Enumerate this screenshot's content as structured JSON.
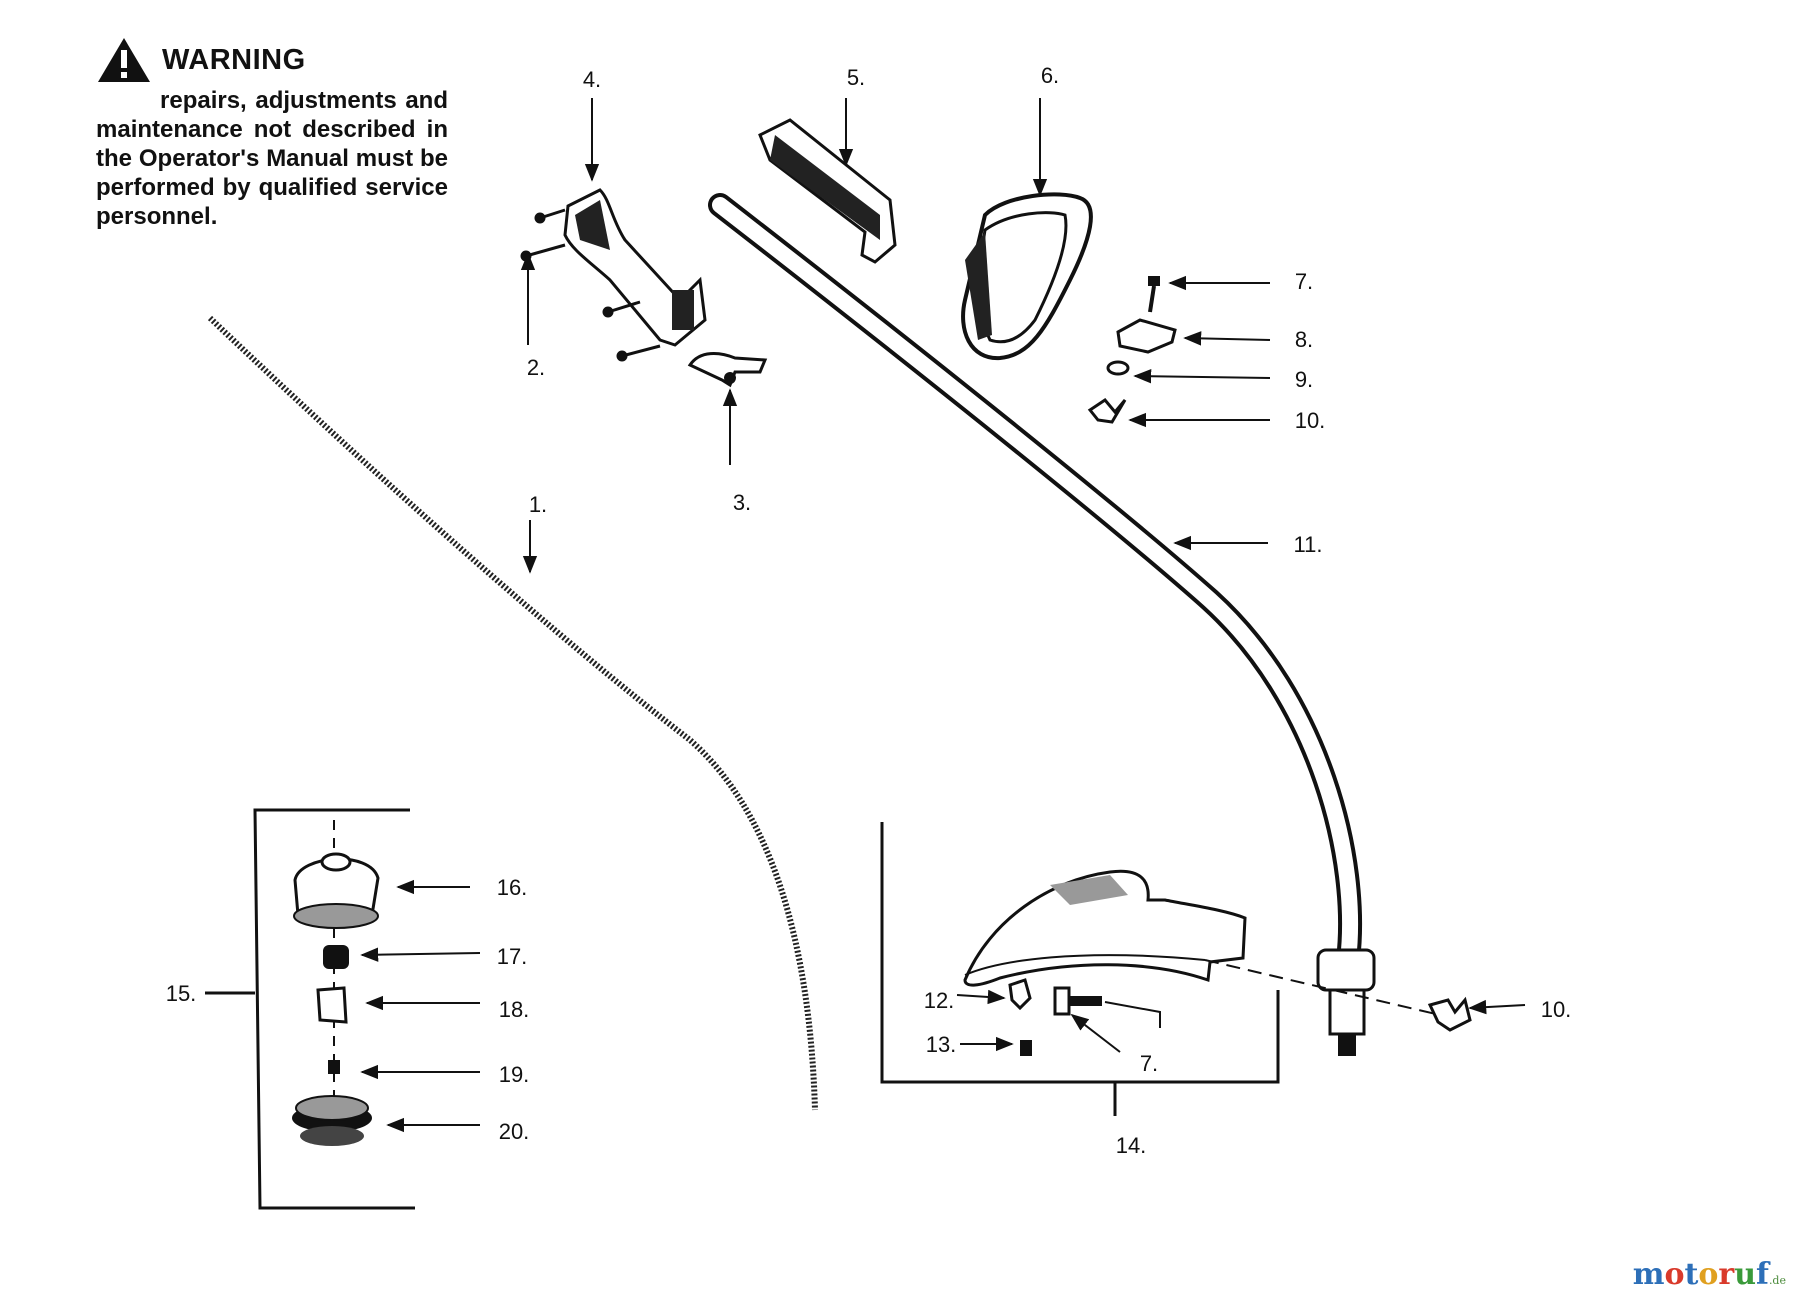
{
  "warning": {
    "title": "WARNING",
    "text": "repairs, adjustments and maintenance not described in the Operator's Manual must be performed by qualified service personnel."
  },
  "callouts": [
    "1.",
    "2.",
    "3.",
    "4.",
    "5.",
    "6.",
    "7.",
    "8.",
    "9.",
    "10.",
    "11.",
    "10.",
    "12.",
    "13.",
    "7.",
    "14.",
    "15.",
    "16.",
    "17.",
    "18.",
    "19.",
    "20."
  ],
  "watermark": {
    "letters": [
      "m",
      "o",
      "t",
      "o",
      "r",
      "u",
      "f"
    ],
    "colors": [
      "#2d6fb8",
      "#d93a2b",
      "#2d6fb8",
      "#e0a020",
      "#d93a2b",
      "#3a9a3a",
      "#2d6fb8"
    ],
    "suffix": ".de"
  }
}
